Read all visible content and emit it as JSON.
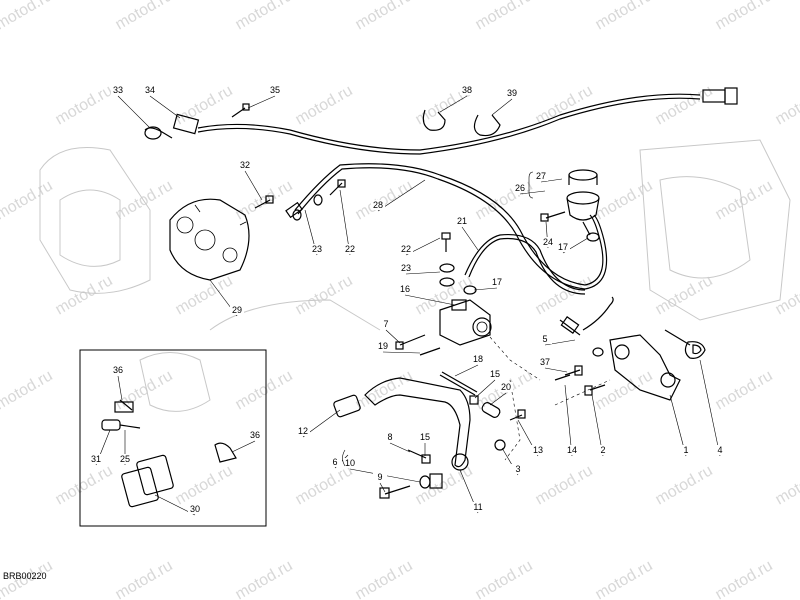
{
  "diagram": {
    "watermark": "motod.ru",
    "drawing_code": "BRB00220",
    "callouts": [
      "1",
      "2",
      "3",
      "4",
      "5",
      "6",
      "7",
      "8",
      "9",
      "10",
      "11",
      "12",
      "13",
      "14",
      "15",
      "16",
      "17",
      "18",
      "19",
      "20",
      "21",
      "22",
      "23",
      "24",
      "25",
      "26",
      "27",
      "28",
      "29",
      "30",
      "31",
      "32",
      "33",
      "34",
      "35",
      "36",
      "37",
      "38",
      "39"
    ]
  }
}
